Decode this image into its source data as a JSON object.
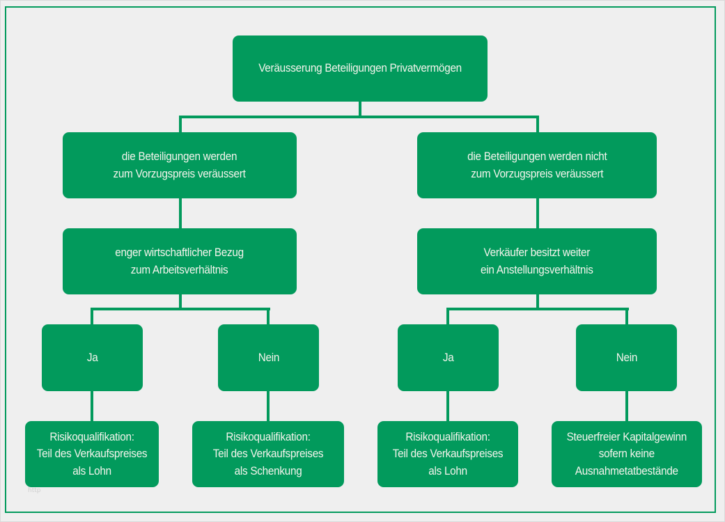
{
  "colors": {
    "accent": "#029a5c",
    "background": "#efefef",
    "text_on_accent": "#f4f4ec"
  },
  "diagram": {
    "root": "Veräusserung Beteiligungen Privatvermögen",
    "left_branch": {
      "level1": "die Beteiligungen werden\nzum Vorzugspreis veräussert",
      "level2": "enger wirtschaftlicher Bezug\nzum Arbeitsverhältnis",
      "yes": {
        "label": "Ja",
        "result": "Risikoqualifikation:\nTeil des Verkaufspreises\nals Lohn"
      },
      "no": {
        "label": "Nein",
        "result": "Risikoqualifikation:\nTeil des Verkaufspreises\nals Schenkung"
      }
    },
    "right_branch": {
      "level1": "die Beteiligungen werden nicht\nzum Vorzugspreis veräussert",
      "level2": "Verkäufer besitzt weiter\nein Anstellungsverhältnis",
      "yes": {
        "label": "Ja",
        "result": "Risikoqualifikation:\nTeil des Verkaufspreises\nals Lohn"
      },
      "no": {
        "label": "Nein",
        "result": "Steuerfreier Kapitalgewinn\nsofern keine\nAusnahmetatbestände"
      }
    }
  },
  "watermark": "http"
}
